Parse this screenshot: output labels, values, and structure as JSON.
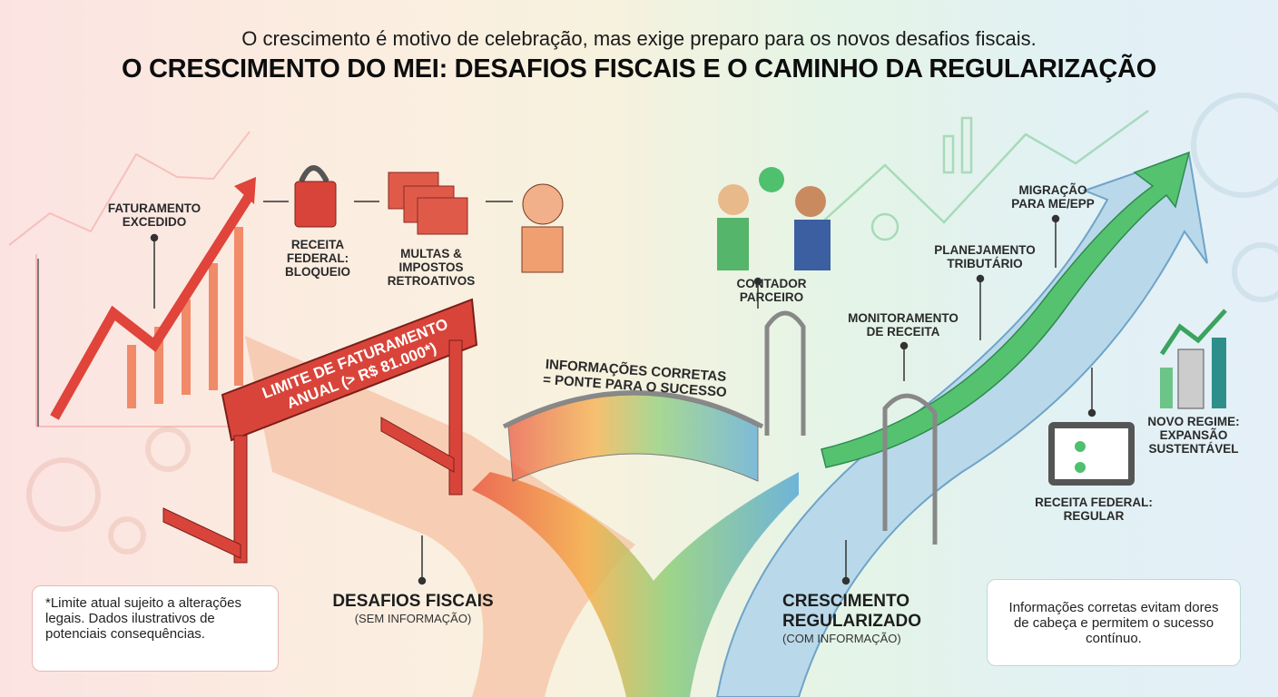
{
  "header": {
    "subtitle": "O crescimento é motivo de celebração, mas exige preparo para os novos desafios fiscais.",
    "title": "O CRESCIMENTO DO MEI: DESAFIOS FISCAIS E O CAMINHO DA REGULARIZAÇÃO"
  },
  "left_path": {
    "faturamento": [
      "FATURAMENTO",
      "EXCEDIDO"
    ],
    "bloqueio": [
      "RECEITA",
      "FEDERAL:",
      "BLOQUEIO"
    ],
    "multas": [
      "MULTAS &",
      "IMPOSTOS",
      "RETROATIVOS"
    ],
    "hurdle": [
      "LIMITE DE FATURAMENTO",
      "ANUAL (> R$ 81.000*)"
    ],
    "title": "DESAFIOS FISCAIS",
    "caption": "(SEM INFORMAÇÃO)"
  },
  "bridge": {
    "label": [
      "INFORMAÇÕES CORRETAS",
      "= PONTE PARA O SUCESSO"
    ]
  },
  "right_path": {
    "contador": [
      "CONTADOR",
      "PARCEIRO"
    ],
    "monitoramento": [
      "MONITORAMENTO",
      "DE RECEITA"
    ],
    "planejamento": [
      "PLANEJAMENTO",
      "TRIBUTÁRIO"
    ],
    "migracao": [
      "MIGRAÇÃO",
      "PARA ME/EPP"
    ],
    "novo_regime": [
      "NOVO REGIME:",
      "EXPANSÃO",
      "SUSTENTÁVEL"
    ],
    "regular": [
      "RECEITA FEDERAL:",
      "REGULAR"
    ],
    "title": [
      "CRESCIMENTO",
      "REGULARIZADO"
    ],
    "caption": "(COM INFORMAÇÃO)"
  },
  "notes": {
    "left": "*Limite atual sujeito a alterações legais. Dados ilustrativos de potenciais consequências.",
    "right": "Informações corretas evitam dores de cabeça e permitem o sucesso contínuo."
  },
  "colors": {
    "red": "#e0443a",
    "green": "#4fc06e",
    "blue": "#7fb3d9",
    "teal": "#2e8f8a"
  }
}
